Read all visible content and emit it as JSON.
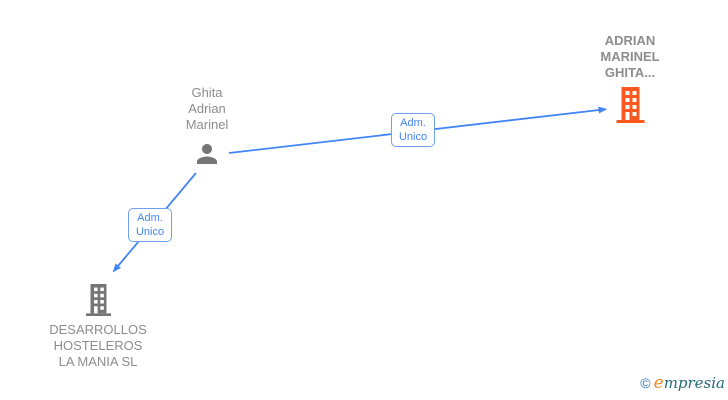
{
  "diagram": {
    "person": {
      "name": "Ghita Adrian Marinel"
    },
    "companies": [
      {
        "name": "ADRIAN MARINEL GHITA...",
        "icon": "building-icon",
        "icon_color": "#f9581e"
      },
      {
        "name": "DESARROLLOS HOSTELEROS LA MANIA SL",
        "icon": "building-icon",
        "icon_color": "#757575"
      }
    ],
    "edges": [
      {
        "from": "Ghita Adrian Marinel",
        "to": "ADRIAN MARINEL GHITA...",
        "label": "Adm. Unico",
        "direction": "person-to-company"
      },
      {
        "from": "Ghita Adrian Marinel",
        "to": "DESARROLLOS HOSTELEROS LA MANIA SL",
        "label": "Adm. Unico",
        "direction": "person-to-company"
      }
    ]
  },
  "watermark": {
    "symbol": "©",
    "brand_initial": "e",
    "brand_rest": "mpresia"
  },
  "colors": {
    "canvas_bg": "#ffffff",
    "edge_blue": "#4285f4",
    "edge_label_border": "#6ea2f0",
    "node_text": "#8d8d8d",
    "person_icon": "#757575",
    "company_main_icon": "#f9581e",
    "company_sub_icon": "#757575",
    "logo_copyright": "#2e7ab8",
    "logo_initial": "#f08a1c",
    "logo_rest": "#25697a"
  }
}
